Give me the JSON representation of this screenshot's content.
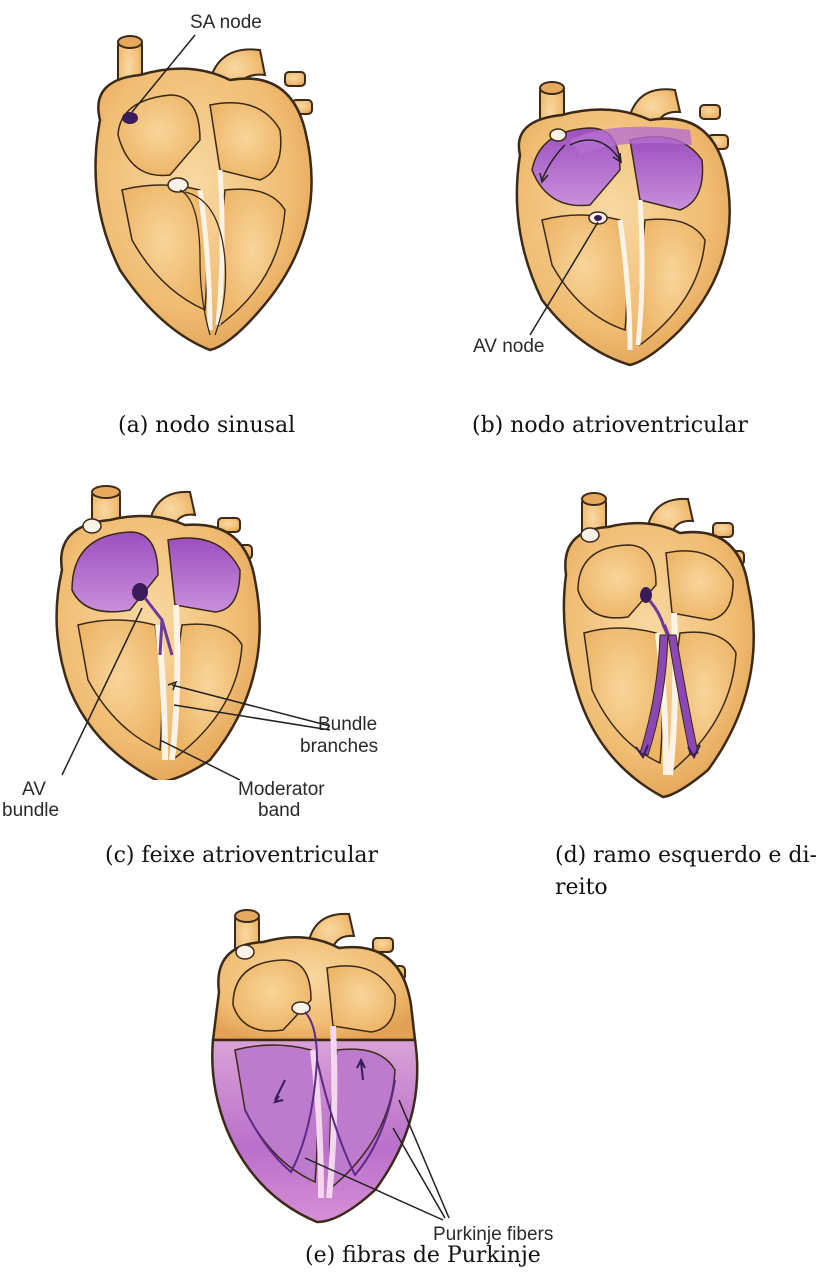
{
  "colors": {
    "heart_fill": "#F3C27E",
    "heart_dark": "#E6A85C",
    "outline": "#3B2A18",
    "septum": "#FBF3E7",
    "conduction": "#A25BC0",
    "purkinje": "#5C2A87",
    "node": "#3A1C5A"
  },
  "panels": {
    "a": {
      "caption": "(a) nodo sinusal",
      "label_sa": "SA node"
    },
    "b": {
      "caption": "(b) nodo atrioventricular",
      "label_av": "AV node"
    },
    "c": {
      "caption": "(c) feixe atrioventricular",
      "label_bundle_branches_1": "Bundle",
      "label_bundle_branches_2": "branches",
      "label_av_bundle_1": "AV",
      "label_av_bundle_2": "bundle",
      "label_moderator_1": "Moderator",
      "label_moderator_2": "band"
    },
    "d": {
      "caption_line1": "(d) ramo esquerdo e di-",
      "caption_line2": "reito"
    },
    "e": {
      "caption": "(e) fibras de Purkinje",
      "label_purkinje": "Purkinje fibers"
    }
  }
}
